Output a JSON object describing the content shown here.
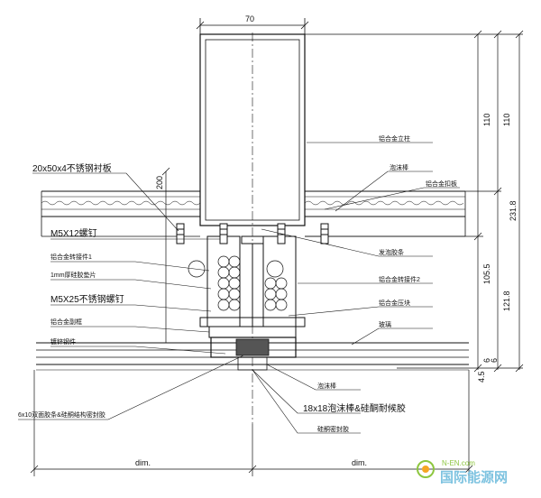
{
  "dimensions": {
    "top_width": "70",
    "left_200": "200",
    "right_110_a": "110",
    "right_110_b": "110",
    "right_231_8": "231.8",
    "right_105_5": "105.5",
    "right_121_8": "121.8",
    "bottom_small_a": "6",
    "bottom_small_b": "6",
    "bottom_small_c": "4.5",
    "bottom_dim_left": "dim.",
    "bottom_dim_right": "dim."
  },
  "labels_left": [
    "20x50x4不锈钢衬板",
    "M5X12螺钉",
    "铝合金转接件1",
    "1mm厚硅胶垫片",
    "M5X25不锈钢螺钉",
    "铝合金副框",
    "镀锌钢件",
    "6x10双面胶条&硅酮结构密封胶"
  ],
  "labels_right": [
    "铝合金立柱",
    "泡沫棒",
    "铝合金扣板",
    "发泡胶条",
    "铝合金转接件2",
    "铝合金压块",
    "玻璃",
    "泡沫棒",
    "18x18泡沫棒&硅酮耐候胶",
    "硅酮密封胶"
  ],
  "watermark": {
    "brand": "国际能源网",
    "domain": "N-EN.com"
  },
  "colors": {
    "line": "#111111",
    "watermark_blue": "#7ec3e0",
    "watermark_green": "#8dc63f"
  }
}
